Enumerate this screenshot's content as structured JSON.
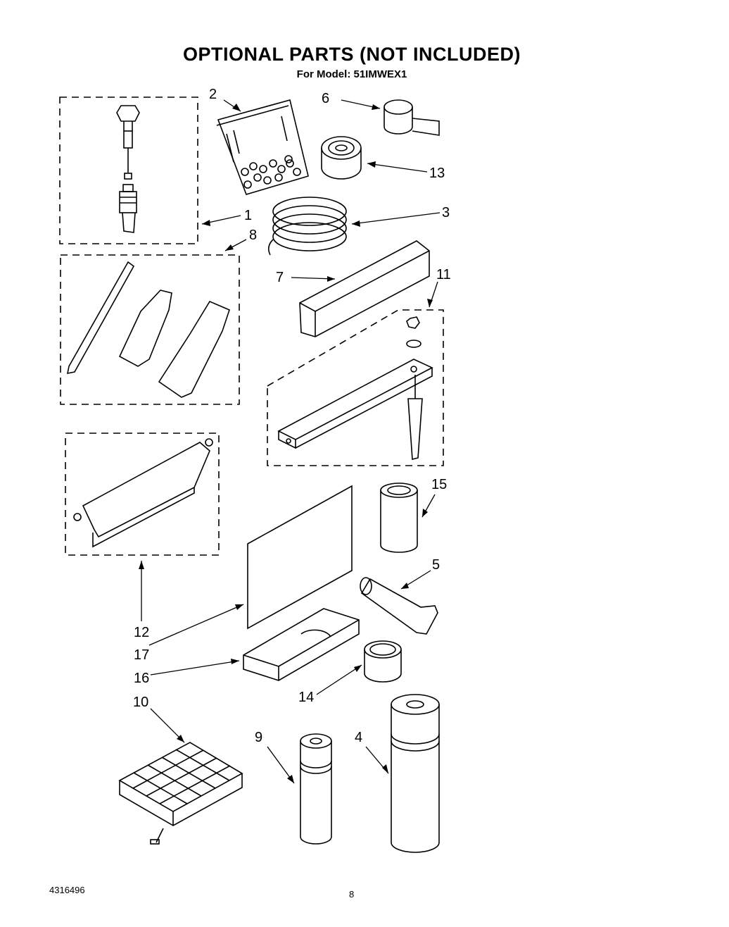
{
  "header": {
    "title": "OPTIONAL PARTS (NOT INCLUDED)",
    "subtitle": "For Model: 51IMWEX1"
  },
  "footer": {
    "doc_number": "4316496",
    "page_number": "8"
  },
  "callouts": [
    "1",
    "2",
    "3",
    "4",
    "5",
    "6",
    "7",
    "8",
    "9",
    "10",
    "11",
    "12",
    "13",
    "14",
    "15",
    "16",
    "17"
  ]
}
